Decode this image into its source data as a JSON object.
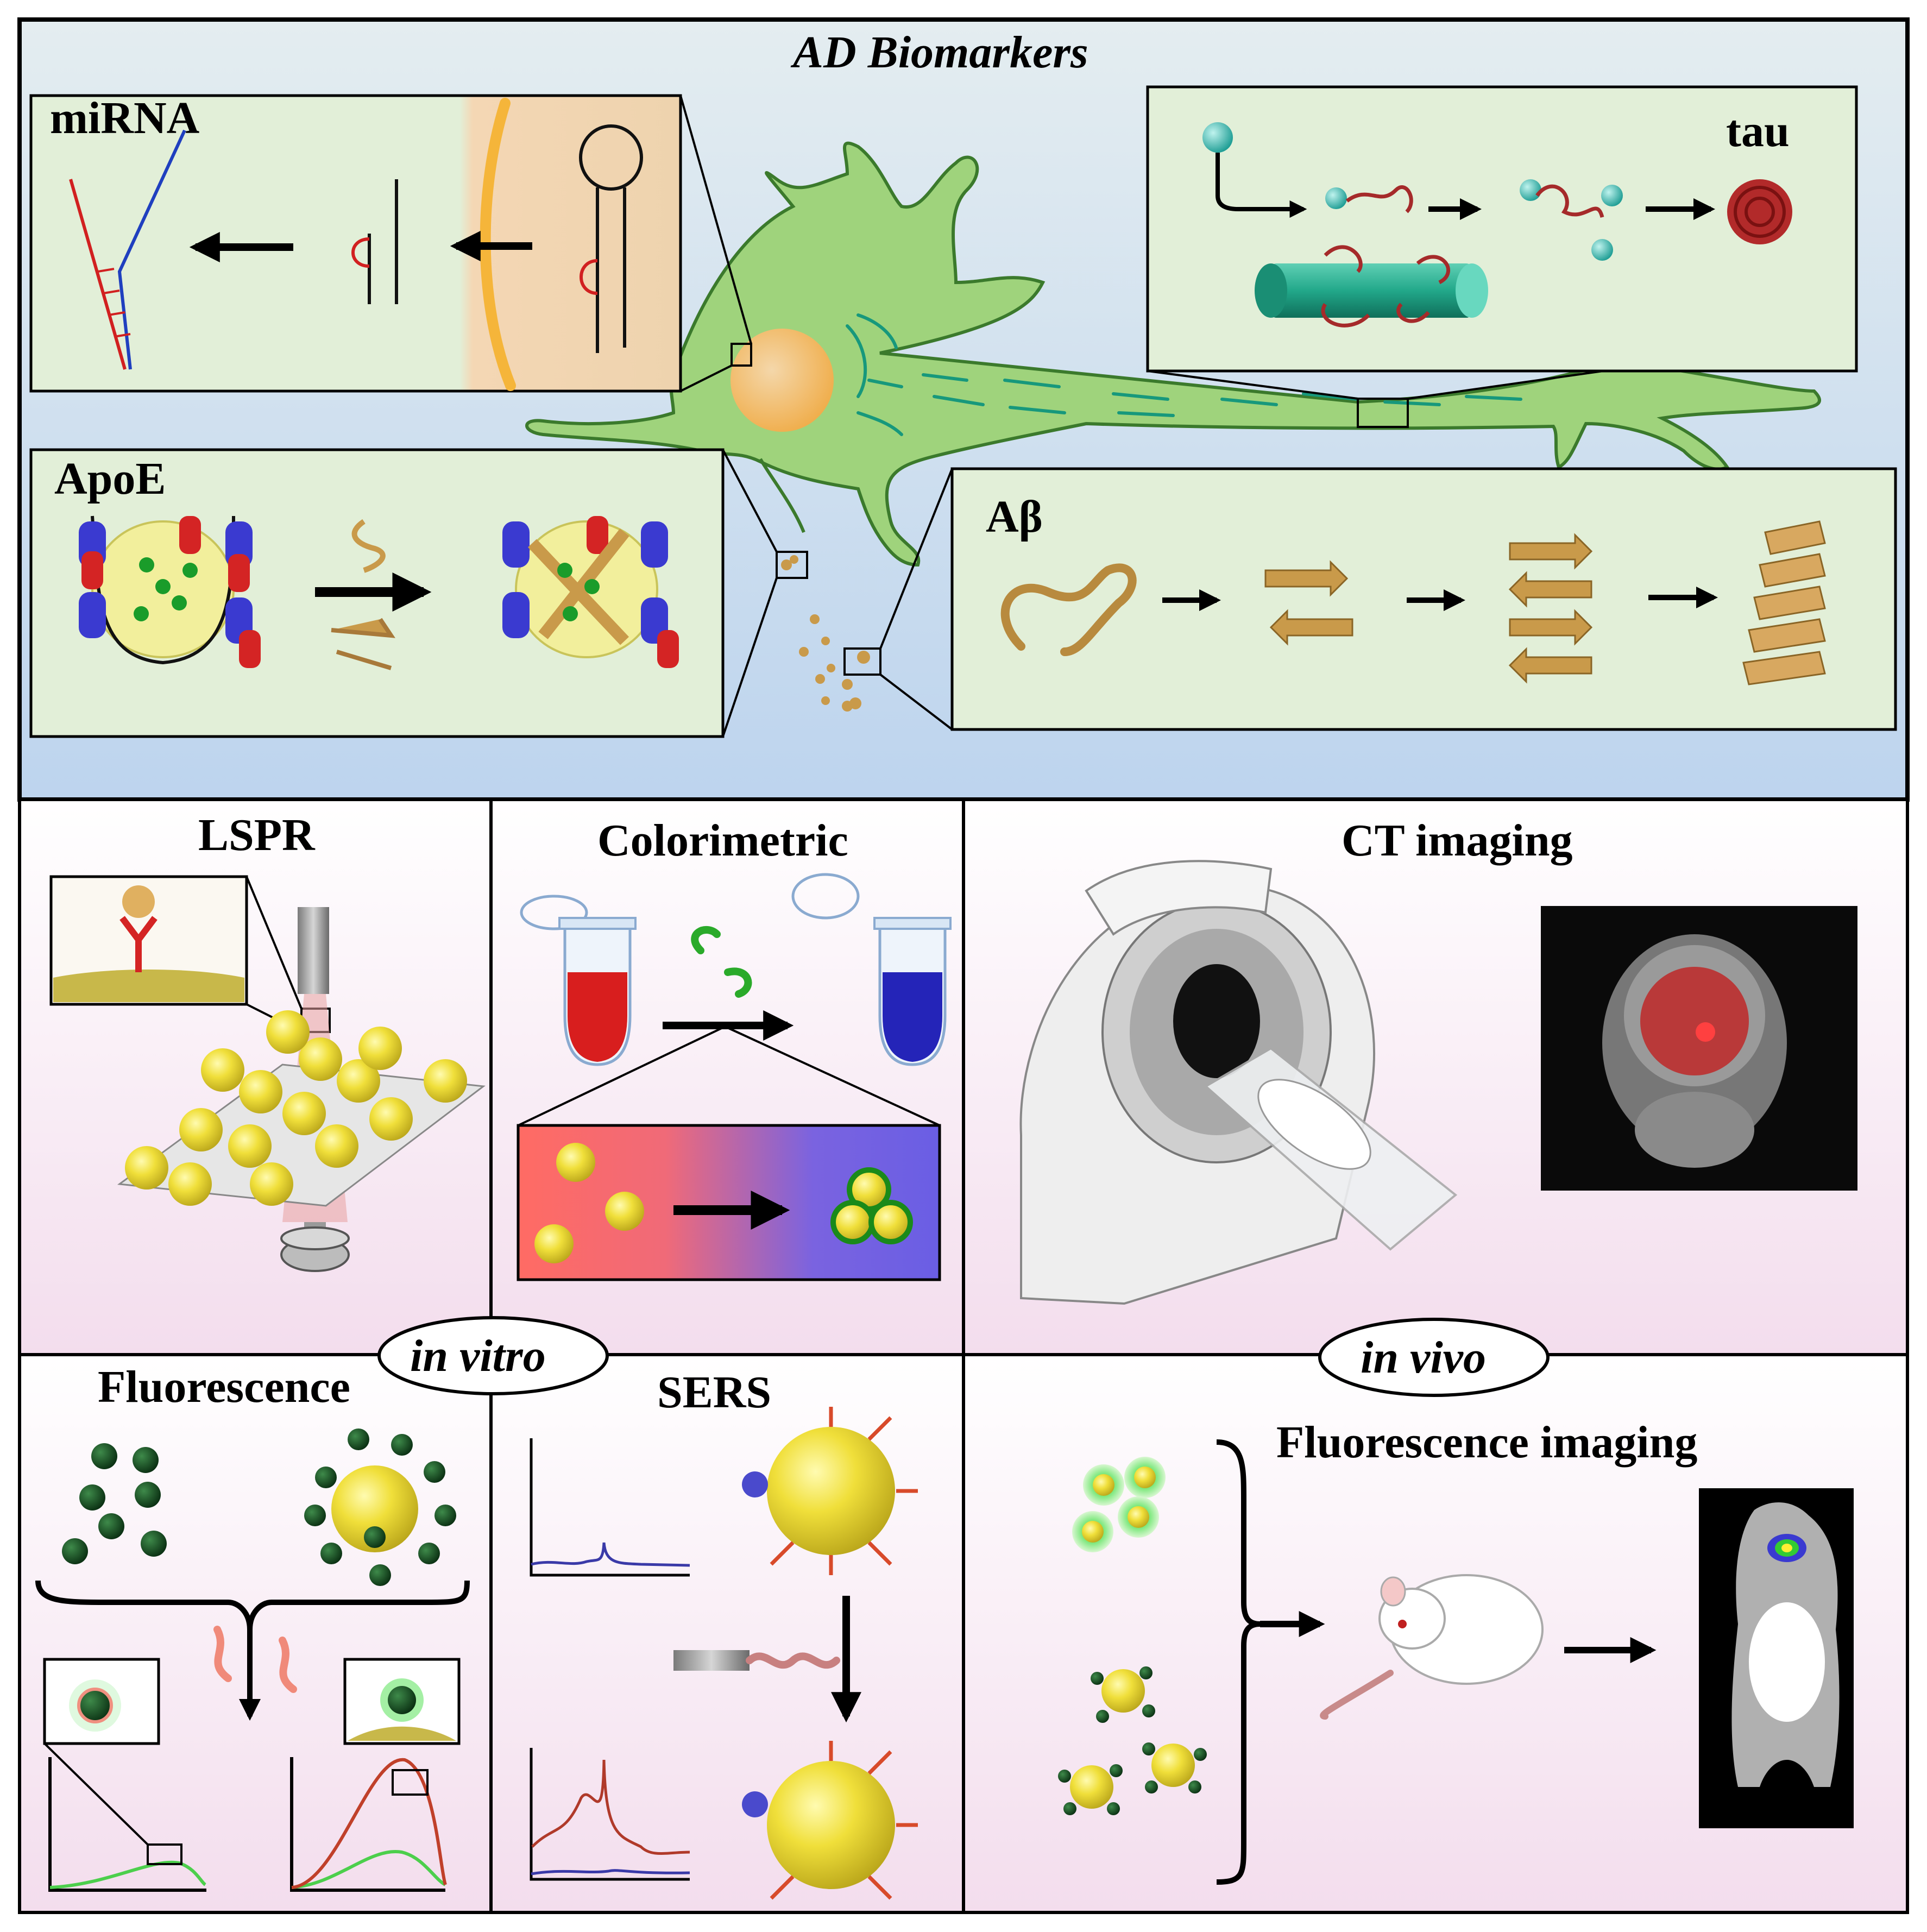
{
  "top_panel": {
    "title": "AD Biomarkers",
    "mirna": {
      "label": "miRNA"
    },
    "tau": {
      "label": "tau"
    },
    "apoe": {
      "label": "ApoE"
    },
    "abeta": {
      "label": "Aβ"
    }
  },
  "in_vitro": {
    "badge": "in vitro",
    "lspr": {
      "label": "LSPR"
    },
    "colorimetric": {
      "label": "Colorimetric"
    },
    "fluorescence": {
      "label": "Fluorescence"
    },
    "sers": {
      "label": "SERS"
    }
  },
  "in_vivo": {
    "badge": "in vivo",
    "ct": {
      "label": "CT imaging"
    },
    "fluorescence_imaging": {
      "label": "Fluorescence imaging"
    }
  },
  "colors": {
    "top_bg_light": "#e4edf0",
    "top_bg_blue": "#bdd4ee",
    "inset_green": "#e2efd8",
    "neuron_green": "#9fd37c",
    "nucleus_orange": "#f5b75a",
    "gold_np": "#e8d32c",
    "red_solution": "#d81e1e",
    "blue_solution": "#2424b8",
    "pink_bg": "#f5e3ee"
  }
}
